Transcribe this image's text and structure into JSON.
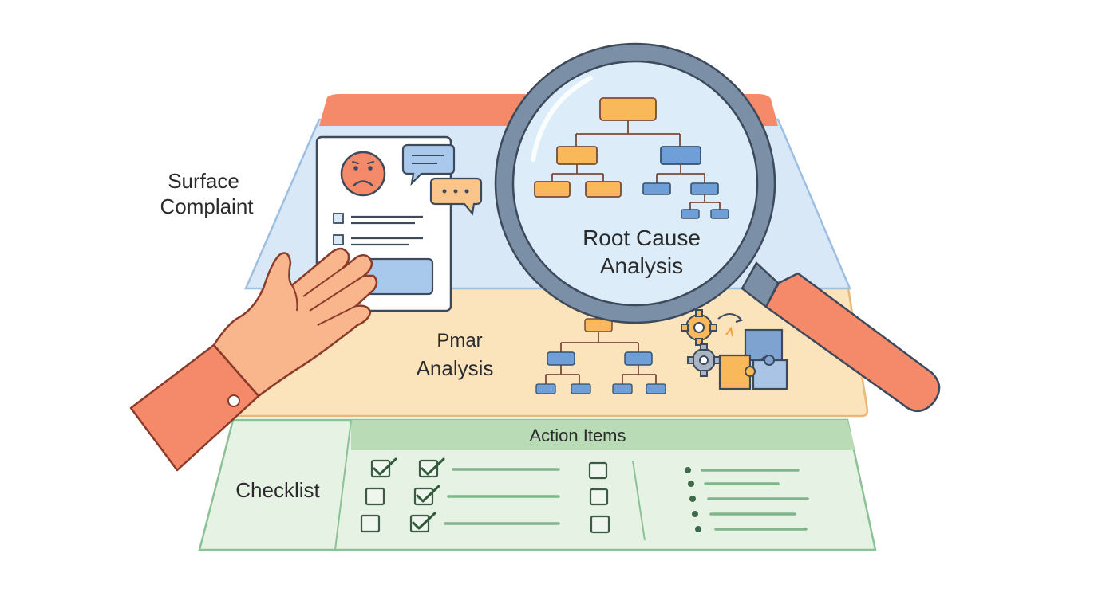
{
  "layers": {
    "surface": {
      "label_line1": "Surface",
      "label_line2": "Complaint",
      "color_top": "#f58a6b",
      "color_fill": "#d8e8f6"
    },
    "middle": {
      "label_line1": "Pmar",
      "label_line2": "Analysis",
      "color_fill": "#fbe3bc"
    },
    "bottom": {
      "header": "Action Items",
      "label": "Checklist",
      "color_fill": "#e6f3e4",
      "color_header": "#b9dcb7"
    }
  },
  "magnifier": {
    "label_line1": "Root Cause",
    "label_line2": "Analysis",
    "color_rim": "#7b8fa6",
    "color_handle": "#f58a6b"
  },
  "icons": {
    "sad_face": "sad-face-icon",
    "speech": "speech-bubble-icon",
    "hand": "hand-icon",
    "gears": "gear-icon",
    "puzzle": "puzzle-icon",
    "tree": "hierarchy-tree-icon"
  },
  "colors": {
    "orange_node": "#f9b95a",
    "blue_node": "#6f9fd6",
    "green_line": "#7fb58a",
    "outline": "#3d4a5c"
  }
}
